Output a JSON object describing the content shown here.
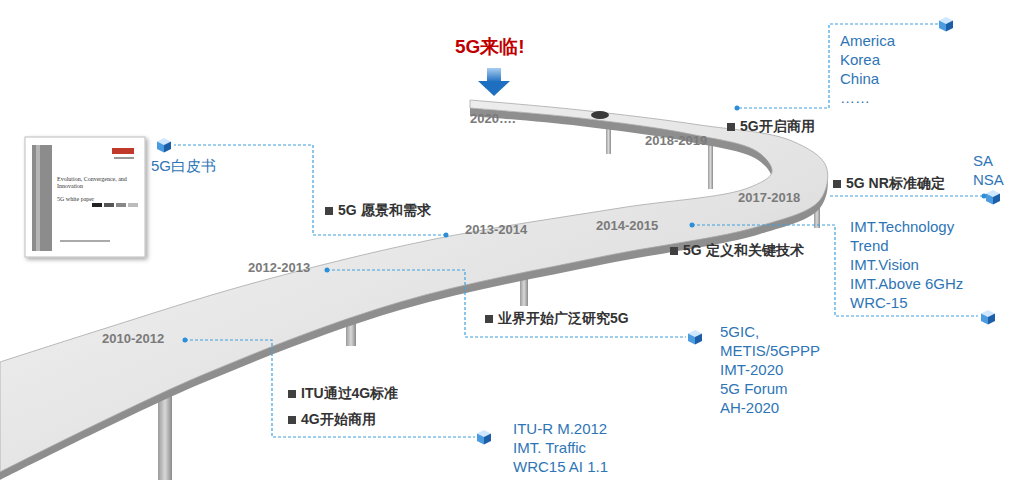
{
  "diagram": {
    "labels": [
      "5G来临!",
      "America",
      "Korea",
      "China",
      "……",
      "2020….",
      "5G开启商用",
      "2018-2019",
      "5G白皮书",
      "Evolution, Convergence, and Innovation",
      "5G white paper",
      "SA",
      "NSA",
      "5G NR标准确定",
      "2017-2018",
      "5G 愿景和需求",
      "2014-2015",
      "2013-2014",
      "IMT.Technology",
      "Trend",
      "IMT.Vision",
      "IMT.Above 6GHz",
      "WRC-15",
      "5G 定义和关键技术",
      "2012-2013",
      "业界开始广泛研究5G",
      "5GIC,",
      "METIS/5GPPP",
      "IMT-2020",
      "5G Forum",
      "AH-2020",
      "2010-2012",
      "ITU通过4G标准",
      "4G开始商用",
      "ITU-R M.2012",
      "IMT. Traffic",
      "WRC15 AI 1.1"
    ]
  }
}
